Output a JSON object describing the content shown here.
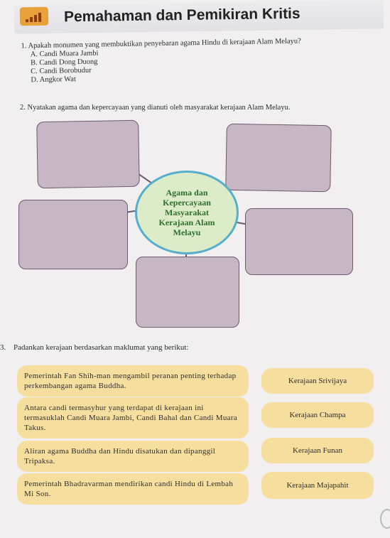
{
  "header": {
    "title": "Pemahaman dan Pemikiran Kritis",
    "icon": "bar-chart-icon"
  },
  "question1": {
    "number": "1.",
    "text": "Apakah monumen yang membuktikan penyebaran agama Hindu di kerajaan Alam Melayu?",
    "options": [
      "A.  Candi Muara Jambi",
      "B.  Candi Dong Duong",
      "C.  Candi Borobudur",
      "D.  Angkor Wat"
    ]
  },
  "question2": {
    "number": "2.",
    "text": "Nyatakan agama dan kepercayaan yang dianuti oleh masyarakat kerajaan Alam Melayu."
  },
  "mindmap": {
    "center_lines": [
      "Agama dan",
      "Kepercayaan",
      "Masyarakat",
      "Kerajaan Alam",
      "Melayu"
    ],
    "box_color": "#c7b6c4",
    "center_color": "#dcecc8",
    "center_border": "#56aecb"
  },
  "question3": {
    "number": "3.",
    "text": "Padankan kerajaan berdasarkan maklumat yang berikut:",
    "statements": [
      "Pemerintah Fan Shih-man mengambil peranan penting terhadap perkembangan agama Buddha.",
      "Antara candi termasyhur yang terdapat di kerajaan ini termasuklah Candi Muara Jambi, Candi Bahal dan Candi Muara Takus.",
      "Aliran agama Buddha dan Hindu disatukan dan dipanggil Tripaksa.",
      "Pemerintah Bhadravarman mendirikan candi Hindu di Lembah Mi Son."
    ],
    "kingdoms": [
      "Kerajaan Srivijaya",
      "Kerajaan Champa",
      "Kerajaan Funan",
      "Kerajaan Majapahit"
    ],
    "pill_color": "#f6df9e"
  }
}
